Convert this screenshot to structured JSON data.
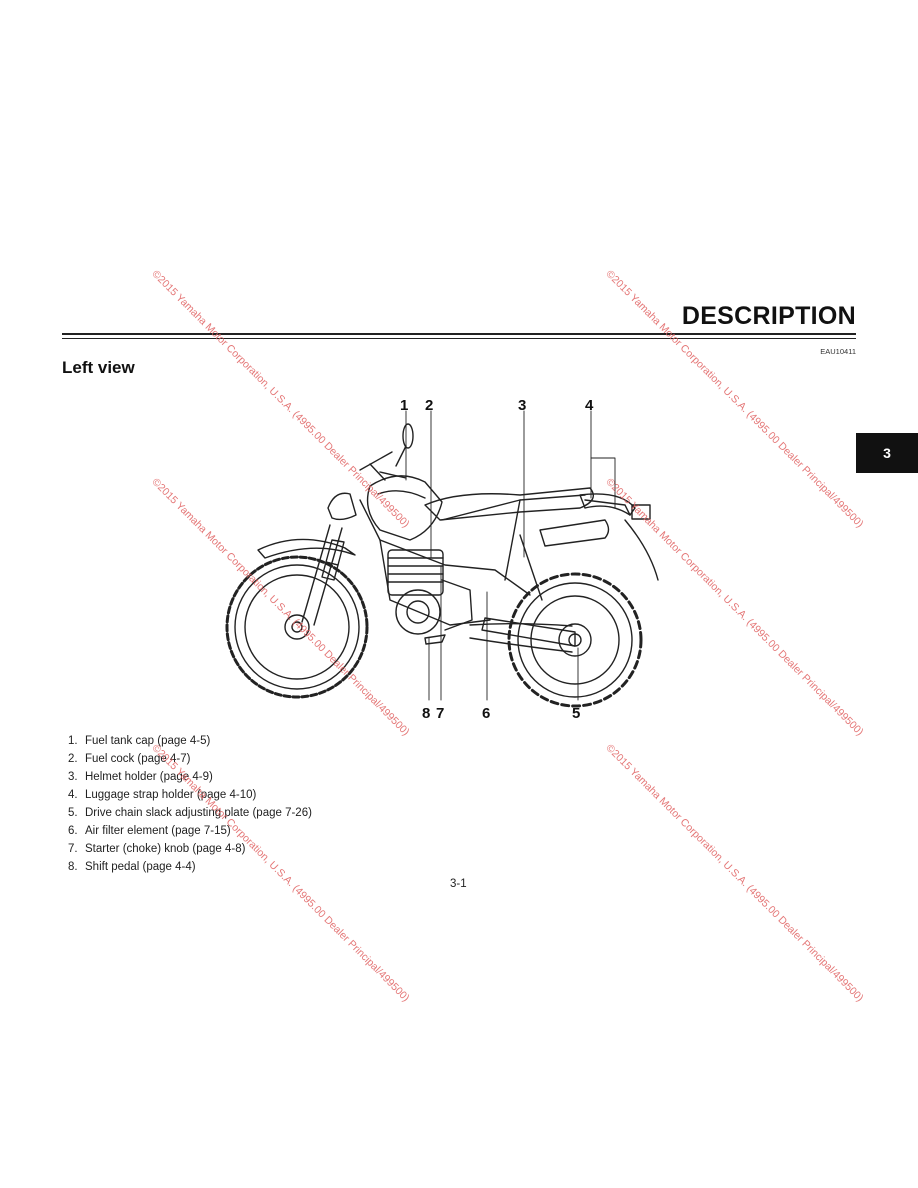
{
  "header": {
    "title": "DESCRIPTION",
    "doc_code": "EAU10411",
    "chapter_tab": "3"
  },
  "section": {
    "heading": "Left view"
  },
  "figure": {
    "callouts": [
      "1",
      "2",
      "3",
      "4",
      "5",
      "6",
      "7",
      "8"
    ]
  },
  "legend": [
    {
      "num": "1.",
      "text": "Fuel tank cap (page 4-5)"
    },
    {
      "num": "2.",
      "text": "Fuel cock (page 4-7)"
    },
    {
      "num": "3.",
      "text": "Helmet holder (page 4-9)"
    },
    {
      "num": "4.",
      "text": "Luggage strap holder (page 4-10)"
    },
    {
      "num": "5.",
      "text": "Drive chain slack adjusting plate (page 7-26)"
    },
    {
      "num": "6.",
      "text": "Air filter element (page 7-15)"
    },
    {
      "num": "7.",
      "text": "Starter (choke) knob (page 4-8)"
    },
    {
      "num": "8.",
      "text": "Shift pedal (page 4-4)"
    }
  ],
  "footer": {
    "page_number": "3-1"
  },
  "watermark": {
    "text": "©2015 Yamaha Motor Corporation, U.S.A. (4995.00 Dealer Principal/499500)",
    "color": "#e06060"
  },
  "colors": {
    "tab_background": "#111111",
    "text": "#111111"
  }
}
